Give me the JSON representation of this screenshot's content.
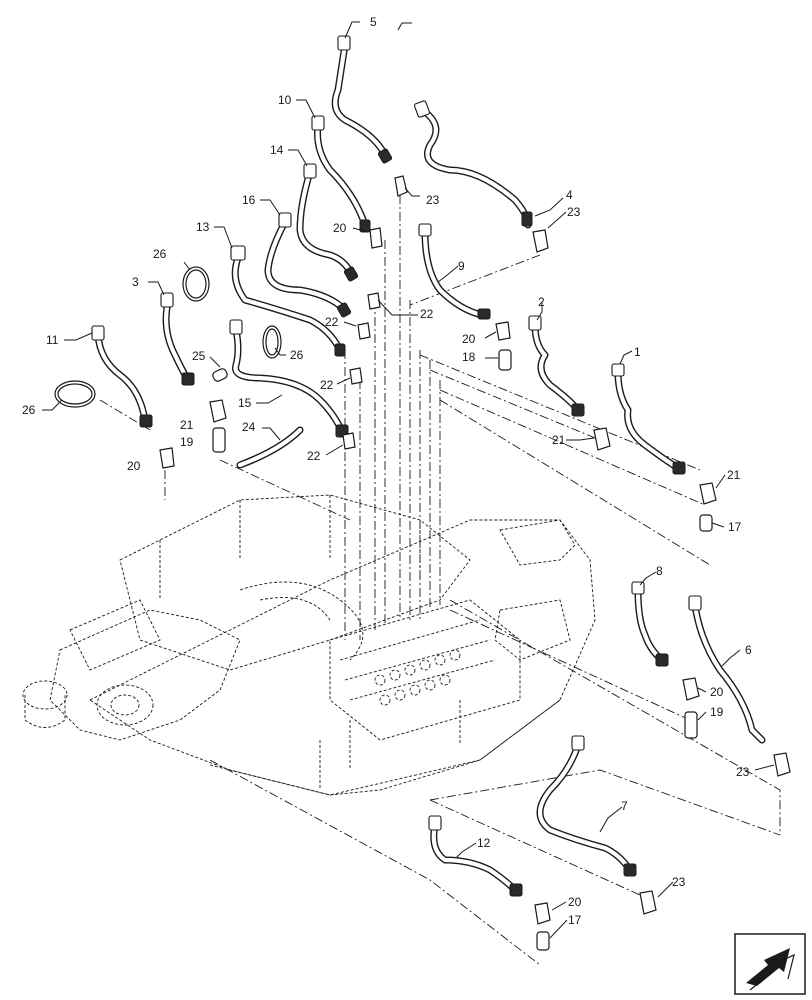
{
  "callouts": {
    "c1": "1",
    "c2": "2",
    "c3": "3",
    "c4": "4",
    "c5": "5",
    "c6": "6",
    "c7": "7",
    "c8": "8",
    "c9": "9",
    "c10": "10",
    "c11": "11",
    "c12": "12",
    "c13": "13",
    "c14": "14",
    "c15": "15",
    "c16": "16",
    "c17": "17",
    "c18": "18",
    "c19": "19",
    "c20": "20",
    "c21": "21",
    "c22": "22",
    "c23": "23",
    "c24": "24",
    "c25": "25",
    "c26": "26"
  },
  "icons": {
    "next_page": "arrow-icon"
  }
}
